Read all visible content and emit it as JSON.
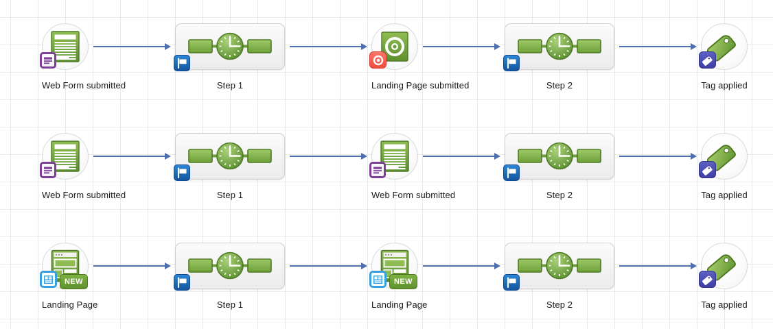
{
  "canvas": {
    "grid": true,
    "grid_size": 40,
    "background_color": "#ffffff",
    "grid_color": "#e8e8e8",
    "arrow_color": "#4d6fae",
    "label_color": "#1a1a1a"
  },
  "icon_colors": {
    "green_dark": "#4e7a26",
    "green_mid": "#7fb241",
    "green_light": "#9ec96a",
    "purple": "#7b3f96",
    "blue": "#14569e",
    "red": "#ef4a3d",
    "indigo": "#3f3fa5",
    "light_blue": "#35a0db"
  },
  "rows": [
    {
      "row_id": "row-1",
      "nodes": [
        {
          "id": "r1n1",
          "type": "event",
          "label": "Web Form submitted",
          "icon": "web-form-icon",
          "badge": "web-form-badge"
        },
        {
          "id": "r1n2",
          "type": "step",
          "label": "Step 1",
          "icon": "timer-step-icon",
          "badge": "flag-badge"
        },
        {
          "id": "r1n3",
          "type": "event",
          "label": "Landing Page submitted",
          "icon": "landing-page-submitted-icon",
          "badge": "target-badge"
        },
        {
          "id": "r1n4",
          "type": "step",
          "label": "Step 2",
          "icon": "timer-step-icon",
          "badge": "flag-badge"
        },
        {
          "id": "r1n5",
          "type": "event",
          "label": "Tag applied",
          "icon": "tag-icon",
          "badge": "tag-badge"
        }
      ]
    },
    {
      "row_id": "row-2",
      "nodes": [
        {
          "id": "r2n1",
          "type": "event",
          "label": "Web Form submitted",
          "icon": "web-form-icon",
          "badge": "web-form-badge"
        },
        {
          "id": "r2n2",
          "type": "step",
          "label": "Step 1",
          "icon": "timer-step-icon",
          "badge": "flag-badge"
        },
        {
          "id": "r2n3",
          "type": "event",
          "label": "Web Form submitted",
          "icon": "web-form-icon",
          "badge": "web-form-badge"
        },
        {
          "id": "r2n4",
          "type": "step",
          "label": "Step 2",
          "icon": "timer-step-icon",
          "badge": "flag-badge"
        },
        {
          "id": "r2n5",
          "type": "event",
          "label": "Tag applied",
          "icon": "tag-icon",
          "badge": "tag-badge"
        }
      ]
    },
    {
      "row_id": "row-3",
      "nodes": [
        {
          "id": "r3n1",
          "type": "event",
          "label": "Landing Page",
          "icon": "landing-page-icon",
          "badge": "landing-page-badge",
          "ribbon": "NEW"
        },
        {
          "id": "r3n2",
          "type": "step",
          "label": "Step 1",
          "icon": "timer-step-icon",
          "badge": "flag-badge"
        },
        {
          "id": "r3n3",
          "type": "event",
          "label": "Landing Page",
          "icon": "landing-page-icon",
          "badge": "landing-page-badge",
          "ribbon": "NEW"
        },
        {
          "id": "r3n4",
          "type": "step",
          "label": "Step 2",
          "icon": "timer-step-icon",
          "badge": "flag-badge"
        },
        {
          "id": "r3n5",
          "type": "event",
          "label": "Tag applied",
          "icon": "tag-icon",
          "badge": "tag-badge"
        }
      ]
    }
  ],
  "connectors": [
    {
      "id": "r1c1",
      "from": "r1n1",
      "to": "r1n2"
    },
    {
      "id": "r1c2",
      "from": "r1n2",
      "to": "r1n3"
    },
    {
      "id": "r1c3",
      "from": "r1n3",
      "to": "r1n4"
    },
    {
      "id": "r1c4",
      "from": "r1n4",
      "to": "r1n5"
    },
    {
      "id": "r2c1",
      "from": "r2n1",
      "to": "r2n2"
    },
    {
      "id": "r2c2",
      "from": "r2n2",
      "to": "r2n3"
    },
    {
      "id": "r2c3",
      "from": "r2n3",
      "to": "r2n4"
    },
    {
      "id": "r2c4",
      "from": "r2n4",
      "to": "r2n5"
    },
    {
      "id": "r3c1",
      "from": "r3n1",
      "to": "r3n2"
    },
    {
      "id": "r3c2",
      "from": "r3n2",
      "to": "r3n3"
    },
    {
      "id": "r3c3",
      "from": "r3n3",
      "to": "r3n4"
    },
    {
      "id": "r3c4",
      "from": "r3n4",
      "to": "r3n5"
    }
  ]
}
